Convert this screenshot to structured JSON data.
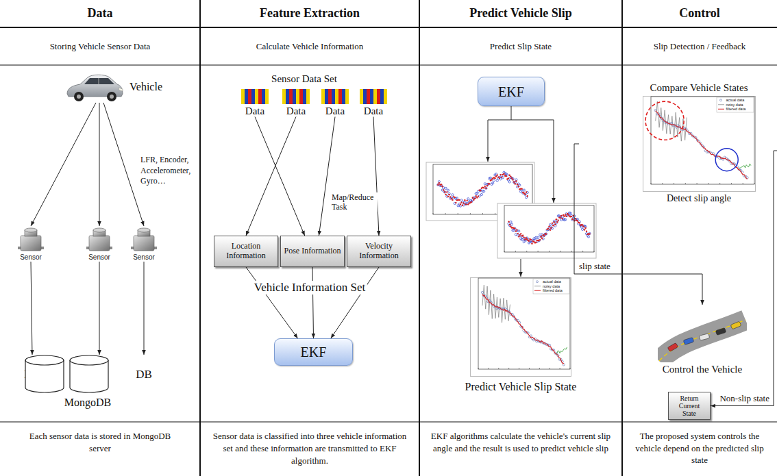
{
  "diagram": {
    "nodes": [
      {
        "text": [
          "Vehicle"
        ]
      },
      {
        "text": [
          "Sensor"
        ]
      },
      {
        "text": [
          "Sensor"
        ]
      },
      {
        "text": [
          "Sensor"
        ]
      },
      {
        "text": [
          "DB"
        ]
      },
      {
        "text": [
          "DB"
        ]
      },
      {
        "text": [
          "DB"
        ]
      },
      {
        "text": [
          "Data"
        ]
      },
      {
        "text": [
          "Data"
        ]
      },
      {
        "text": [
          "Data"
        ]
      },
      {
        "text": [
          "Data"
        ]
      },
      {
        "text": [
          "Location Information"
        ]
      },
      {
        "text": [
          "Pose Information"
        ]
      },
      {
        "text": [
          "Velocity Information"
        ]
      },
      {
        "text": [
          "EKF"
        ]
      },
      {
        "text": [
          "EKF"
        ]
      },
      {
        "text": [
          "Predict Vehicle Slip State"
        ]
      },
      {
        "text": [
          "Compare Vehicle States",
          "Detect slip angle"
        ]
      },
      {
        "text": [
          "Control the Vehicle"
        ]
      },
      {
        "text": [
          "Return Current State"
        ]
      }
    ],
    "edges": [
      {
        "from": 0,
        "to": 1,
        "arrow": "to"
      },
      {
        "from": 0,
        "to": 2,
        "arrow": "to"
      },
      {
        "from": 0,
        "to": 3,
        "arrow": "to"
      },
      {
        "from": 1,
        "to": 4,
        "arrow": "to"
      },
      {
        "from": 2,
        "to": 5,
        "arrow": "to"
      },
      {
        "from": 3,
        "to": 6,
        "arrow": "to"
      },
      {
        "from": 7,
        "to": 12,
        "arrow": "to"
      },
      {
        "from": 8,
        "to": 11,
        "arrow": "to"
      },
      {
        "from": 9,
        "to": 12,
        "arrow": "to"
      },
      {
        "from": 10,
        "to": 13,
        "arrow": "to"
      },
      {
        "from": 11,
        "to": 14,
        "arrow": "to"
      },
      {
        "from": 12,
        "to": 14,
        "arrow": "to"
      },
      {
        "from": 13,
        "to": 14,
        "arrow": "to"
      },
      {
        "from": 17,
        "to": 18,
        "label": "slip state",
        "arrow": "to"
      },
      {
        "from": 17,
        "to": 19,
        "label": "Non-slip state",
        "arrow": "to"
      }
    ],
    "labels": [
      "Data",
      "Feature Extraction",
      "Predict Vehicle Slip",
      "Control",
      "Storing Vehicle Sensor Data",
      "Calculate Vehicle Information",
      "Predict Slip State",
      "Slip Detection / Feedback",
      "LFR, Encoder, Accelerometer, Gyro…",
      "MongoDB",
      "Sensor Data Set",
      "Map/Reduce Task",
      "Vehicle Information Set",
      "actual data",
      "noisy data",
      "filtered data",
      "actual data",
      "noisy data",
      "filtered data",
      "Each sensor data is stored in MongoDB server",
      "Sensor data is classified into three vehicle information set and these information are transmitted to EKF algorithm.",
      "EKF algorithms calculate the vehicle's current slip angle and the result is used to predict vehicle slip",
      "The proposed system controls the vehicle depend on the predicted slip state"
    ]
  }
}
